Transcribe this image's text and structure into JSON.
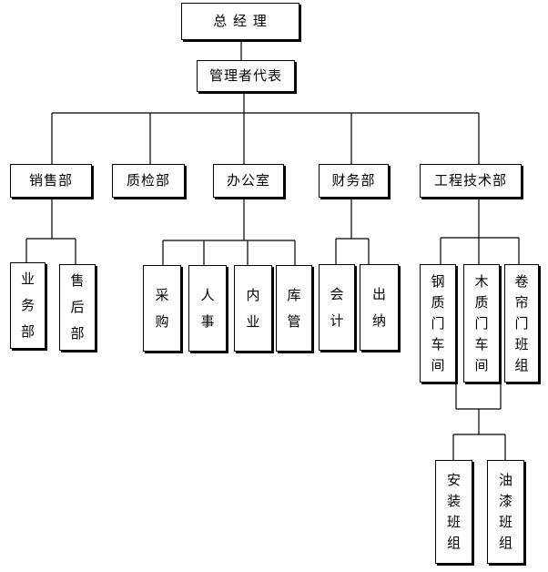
{
  "nodes": {
    "gm": "总 经 理",
    "mr": "管理者代表",
    "sales": "销售部",
    "qc": "质检部",
    "office": "办公室",
    "finance": "财务部",
    "engineering": "工程技术部",
    "business": "业务部",
    "after_sales": "售后部",
    "purchasing": "采购",
    "personnel": "人事",
    "internal": "内业",
    "warehouse": "库管",
    "accounting": "会计",
    "cashier": "出纳",
    "steel_door_workshop": "钢质门车间",
    "wood_door_workshop": "木质门车间",
    "rolling_door_team": "卷帘门班组",
    "installation_team": "安装班组",
    "painting_team": "油漆班组"
  }
}
